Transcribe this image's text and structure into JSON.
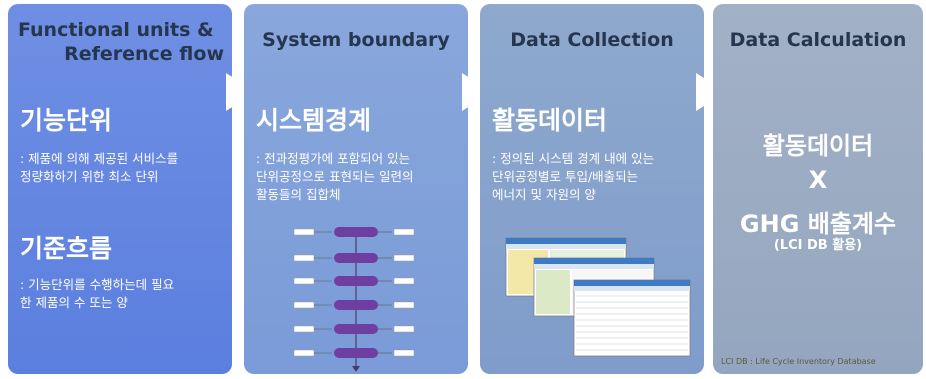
{
  "columns": [
    {
      "header_line1": "Functional units &",
      "header_line2": "Reference flow",
      "title1": "기능단위",
      "desc1_line1": ": 제품에 의해 제공된 서비스를",
      "desc1_line2": "정량화하기 위한 최소 단위",
      "title2": "기준흐름",
      "desc2_line1": ": 기능단위를 수행하는데 필요",
      "desc2_line2": "한 제품의 수 또는 양"
    },
    {
      "header": "System boundary",
      "title": "시스템경계",
      "desc_line1": ": 전과정평가에 포함되어 있는",
      "desc_line2": "단위공정으로 표현되는 일련의",
      "desc_line3": "활동들의 집합체"
    },
    {
      "header": "Data Collection",
      "title": "활동데이터",
      "desc_line1": ": 정의된 시스템 경계 내에 있는",
      "desc_line2": "단위공정별로 투입/배출되는",
      "desc_line3": "에너지 및 자원의 양"
    },
    {
      "header": "Data Calculation",
      "line1": "활동데이터",
      "line2": "X",
      "line3": "GHG 배출계수",
      "line4": "(LCI DB 활용)",
      "footnote": "LCI DB : Life Cycle Inventory Database"
    }
  ],
  "colors": {
    "panel1": "#5b7fdf",
    "panel2": "#7a9bd8",
    "panel3": "#7f9ccb",
    "panel4": "#94a6bf",
    "header_text": "#26364f",
    "process_node": "#6e3fa0"
  }
}
